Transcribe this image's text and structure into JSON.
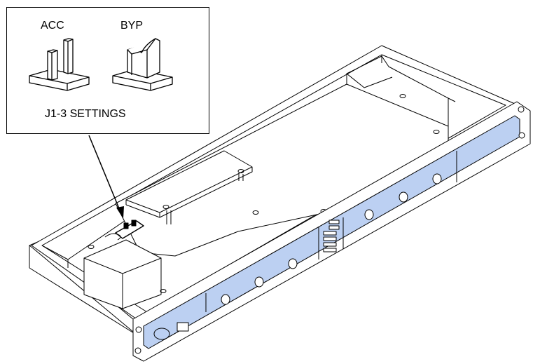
{
  "callout": {
    "acc_label": "ACC",
    "byp_label": "BYP",
    "settings_label": "J1-3 SETTINGS"
  },
  "colors": {
    "panel_fill": "#bcd0f2",
    "line": "#000000",
    "background": "#ffffff"
  }
}
